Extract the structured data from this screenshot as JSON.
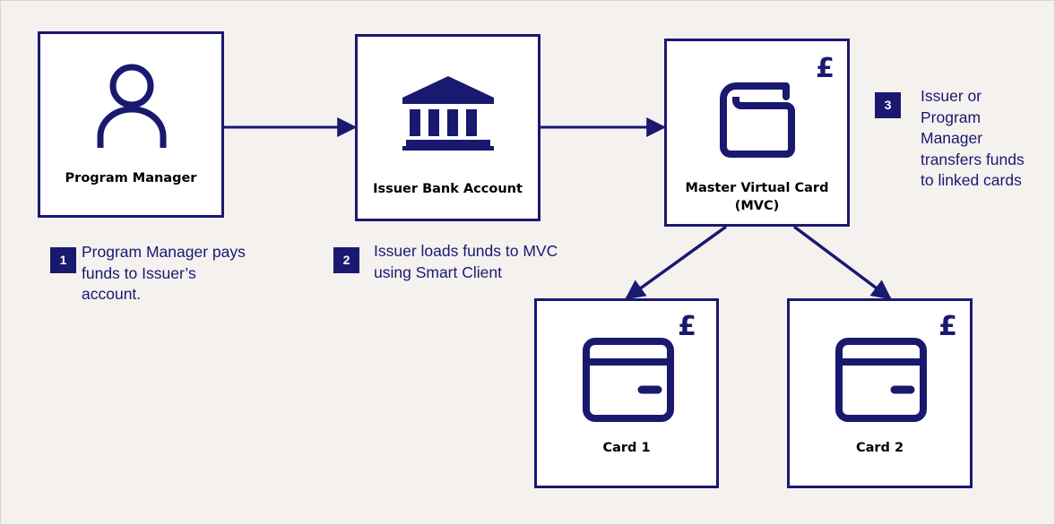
{
  "nodes": {
    "program_manager": {
      "label": "Program Manager",
      "icon": "person-icon"
    },
    "issuer_bank": {
      "label": "Issuer Bank Account",
      "icon": "bank-icon"
    },
    "mvc": {
      "label_line1": "Master Virtual Card",
      "label_line2": "(MVC)",
      "icon": "wallet-icon",
      "currency": "£"
    },
    "card1": {
      "label": "Card 1",
      "icon": "card-icon",
      "currency": "£"
    },
    "card2": {
      "label": "Card 2",
      "icon": "card-icon",
      "currency": "£"
    }
  },
  "steps": [
    {
      "number": "1",
      "lines": [
        "Program Manager pays",
        "funds to Issuer’s",
        "account."
      ]
    },
    {
      "number": "2",
      "lines": [
        "Issuer loads funds to MVC",
        "using Smart Client"
      ]
    },
    {
      "number": "3",
      "lines": [
        "Issuer or",
        "Program",
        "Manager",
        "transfers funds",
        "to linked cards"
      ]
    }
  ],
  "colors": {
    "primary": "#191970",
    "background": "#f5f1ef",
    "node_fill": "#ffffff"
  }
}
